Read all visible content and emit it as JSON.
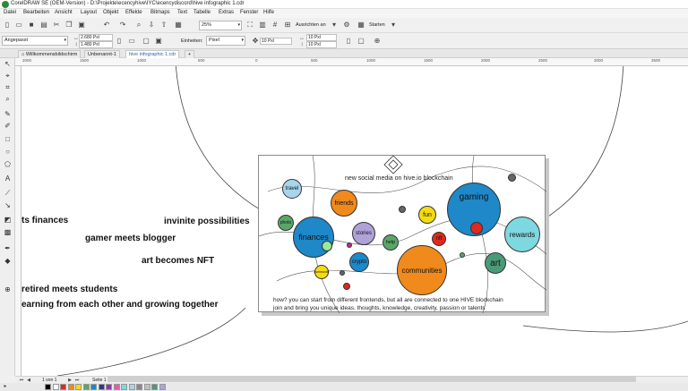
{
  "window": {
    "title": "CorelDRAW SE (OEM-Version) - D:\\Projekte\\ecencyhive\\IYC\\ecencydiscord\\hive infographic 1.cdr"
  },
  "menu": [
    "Datei",
    "Bearbeiten",
    "Ansicht",
    "Layout",
    "Objekt",
    "Effekte",
    "Bitmaps",
    "Text",
    "Tabelle",
    "Extras",
    "Fenster",
    "Hilfe"
  ],
  "toolbar": {
    "zoom": "25%",
    "snap_label": "Ausrichten an",
    "start_label": "Starten"
  },
  "property_bar": {
    "page_size": "Angepasst",
    "width": "2.680 Pxl",
    "height": "1.480 Pxl",
    "units_label": "Einheiten:",
    "units": "Pixel",
    "nudge": "10 Pxl",
    "dup_x": "10 Pxl",
    "dup_y": "10 Pxl"
  },
  "tabs": [
    {
      "label": "Willkommensbildschirm"
    },
    {
      "label": "Unbenannt-1"
    },
    {
      "label": "hive infographic 1.cdr"
    },
    {
      "label": "+"
    }
  ],
  "ruler": {
    "marks": [
      "2000",
      "1500",
      "1000",
      "500",
      "0",
      "500",
      "1000",
      "1500",
      "2000",
      "2500",
      "3000",
      "3500"
    ]
  },
  "canvas_text": [
    "ts finances",
    "invinite possibilities",
    "gamer meets blogger",
    "art becomes NFT",
    "retired meets students",
    "earning from each other and growing together"
  ],
  "infographic": {
    "headline": "new social media on hive.io blockchain",
    "bubbles": [
      {
        "label": "travel",
        "color": "#a8d4ec"
      },
      {
        "label": "friends",
        "color": "#f08a1c"
      },
      {
        "label": "photo",
        "color": "#5aa66a"
      },
      {
        "label": "finances",
        "color": "#1e88c8"
      },
      {
        "label": "stories",
        "color": "#b0a2d8"
      },
      {
        "label": "help",
        "color": "#5aa66a"
      },
      {
        "label": "fun",
        "color": "#f4dc10"
      },
      {
        "label": "gaming",
        "color": "#1e88c8"
      },
      {
        "label": "rewards",
        "color": "#7ed8e0"
      },
      {
        "label": "nft",
        "color": "#e0281c"
      },
      {
        "label": "crypto",
        "color": "#1e88c8"
      },
      {
        "label": "community",
        "color": "#f4dc10"
      },
      {
        "label": "communities",
        "color": "#f08a1c"
      },
      {
        "label": "art",
        "color": "#4a9a7a"
      }
    ],
    "footer_line1": "how? you can start from different frontends, but all are connected to one HIVE blockchain",
    "footer_line2": "join and bring you unique ideas, thoughts, knowledge, creativity, passion or talents"
  },
  "page_nav": {
    "position": "1 von 1",
    "page_tab": "Seite 1"
  },
  "palette": [
    "#000000",
    "#ffffff",
    "#e0281c",
    "#f08a1c",
    "#f4dc10",
    "#5aa66a",
    "#1e88c8",
    "#2a3a8a",
    "#8a3aa8",
    "#e85aa8",
    "#7ed8e0",
    "#a8d4ec",
    "#888888",
    "#c0c0c0",
    "#4a9a7a",
    "#b0a2d8"
  ]
}
